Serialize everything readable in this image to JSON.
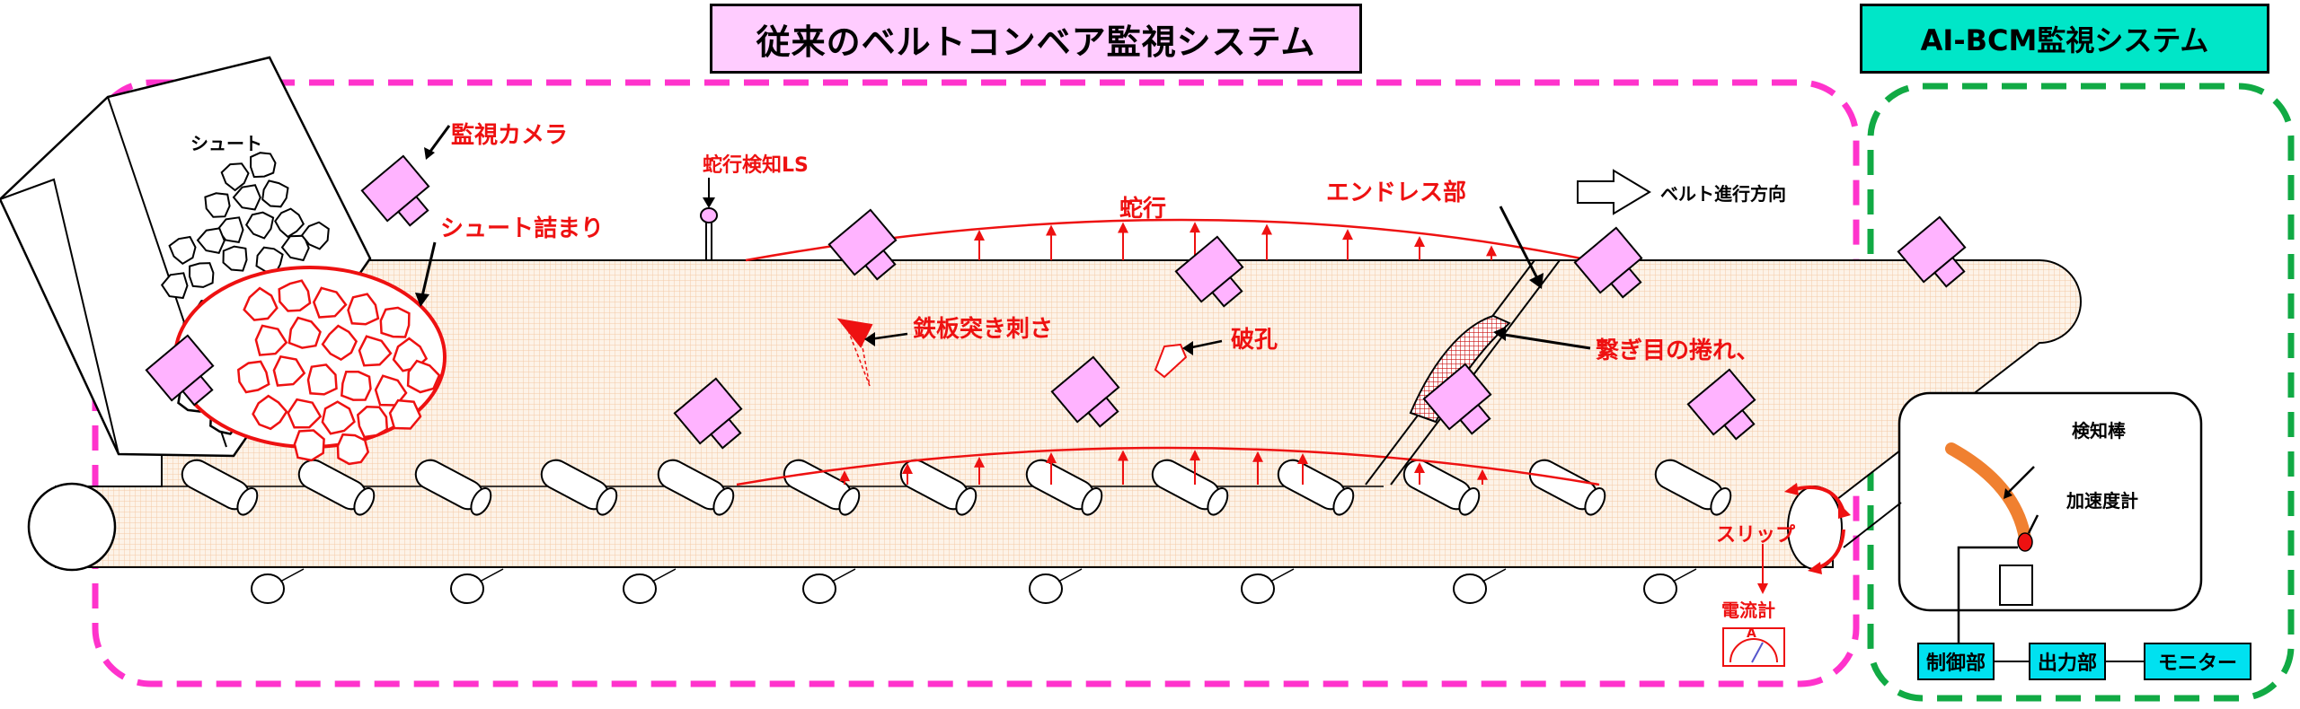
{
  "titles": {
    "conventional": "従来のベルトコンベア監視システム",
    "aibcm": "AI-BCM監視システム"
  },
  "labels": {
    "chute": "シュート",
    "camera": "監視カメラ",
    "chute_clog": "シュート詰まり",
    "meander_detector": "蛇行検知LS",
    "meander": "蛇行",
    "endless": "エンドレス部",
    "direction": "ベルト進行方向",
    "steel_pierce": "鉄板突き刺さ",
    "hole": "破孔",
    "joint_curl": "繋ぎ目の捲れ、",
    "slip": "スリップ",
    "ammeter": "電流計",
    "ammeter_unit": "A"
  },
  "aibcm": {
    "detector_rod": "検知棒",
    "accelerometer": "加速度計",
    "control": "制御部",
    "output": "出力部",
    "monitor": "モニター"
  },
  "colors": {
    "conventional_border": "#ff33cc",
    "aibcm_border": "#11aa44",
    "alert": "#ee1111",
    "camera": "#ffb3ff",
    "control_box": "#00e1f0",
    "rod": "#f08030"
  }
}
